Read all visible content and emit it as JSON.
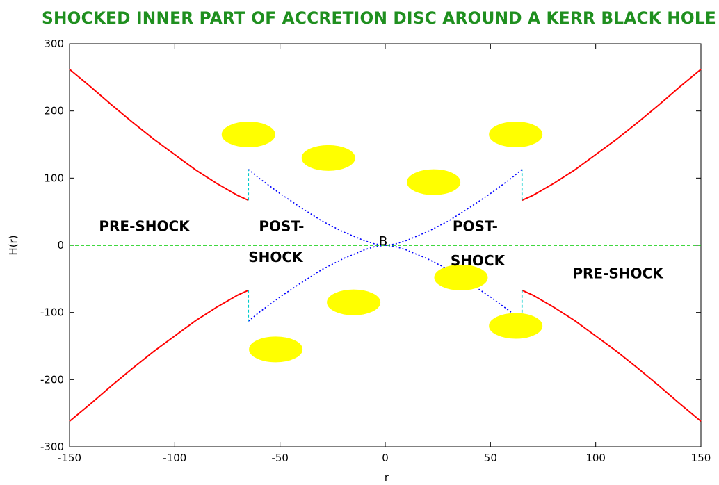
{
  "chart_data": {
    "type": "line",
    "title": "SHOCKED INNER PART OF ACCRETION DISC AROUND A KERR BLACK HOLE",
    "xlabel": "r",
    "ylabel": "H(r)",
    "xlim": [
      -150,
      150
    ],
    "ylim": [
      -300,
      300
    ],
    "x_ticks": [
      -150,
      -100,
      -50,
      0,
      50,
      100,
      150
    ],
    "y_ticks": [
      -300,
      -200,
      -100,
      0,
      100,
      200,
      300
    ],
    "x_tick_labels": [
      "-150",
      "-100",
      "-50",
      "0",
      "50",
      "100",
      "150"
    ],
    "y_tick_labels": [
      "-300",
      "-200",
      "-100",
      "0",
      "100",
      "200",
      "300"
    ],
    "grid": false,
    "colors": {
      "title": "#1f8f1f",
      "pre_shock": "#ff0000",
      "post_shock": "#0000ff",
      "shock_jump": "#00cccc",
      "equatorial": "#00cc00",
      "blobs": "#ffff00"
    },
    "series": [
      {
        "style": "solid",
        "x": [
          -150,
          -140,
          -130,
          -120,
          -110,
          -100,
          -90,
          -80,
          -70,
          -65
        ],
        "y": [
          262,
          236,
          209,
          183,
          158,
          135,
          112,
          92,
          74,
          67
        ]
      },
      {
        "style": "solid",
        "x": [
          -150,
          -140,
          -130,
          -120,
          -110,
          -100,
          -90,
          -80,
          -70,
          -65
        ],
        "y": [
          -262,
          -236,
          -209,
          -183,
          -158,
          -135,
          -112,
          -92,
          -74,
          -67
        ]
      },
      {
        "style": "solid",
        "x": [
          65,
          70,
          80,
          90,
          100,
          110,
          120,
          130,
          140,
          150
        ],
        "y": [
          67,
          74,
          92,
          112,
          135,
          158,
          183,
          209,
          236,
          262
        ]
      },
      {
        "style": "solid",
        "x": [
          65,
          70,
          80,
          90,
          100,
          110,
          120,
          130,
          140,
          150
        ],
        "y": [
          -67,
          -74,
          -92,
          -112,
          -135,
          -158,
          -183,
          -209,
          -236,
          -262
        ]
      },
      {
        "style": "dotted",
        "x": [
          -65,
          -60,
          -50,
          -40,
          -30,
          -20,
          -10,
          -5,
          0
        ],
        "y": [
          113,
          100,
          77,
          56,
          36,
          20,
          7,
          2,
          0
        ]
      },
      {
        "style": "dotted",
        "x": [
          -65,
          -60,
          -50,
          -40,
          -30,
          -20,
          -10,
          -5,
          0
        ],
        "y": [
          -113,
          -100,
          -77,
          -56,
          -36,
          -20,
          -7,
          -2,
          0
        ]
      },
      {
        "style": "dotted",
        "x": [
          0,
          5,
          10,
          20,
          30,
          40,
          50,
          60,
          65
        ],
        "y": [
          0,
          2,
          7,
          20,
          36,
          56,
          77,
          100,
          113
        ]
      },
      {
        "style": "dotted",
        "x": [
          0,
          5,
          10,
          20,
          30,
          40,
          50,
          60,
          65
        ],
        "y": [
          0,
          -2,
          -7,
          -20,
          -36,
          -56,
          -77,
          -100,
          -113
        ]
      },
      {
        "style": "shock",
        "x": [
          -65,
          -65
        ],
        "y": [
          67,
          113
        ]
      },
      {
        "style": "shock",
        "x": [
          -65,
          -65
        ],
        "y": [
          -67,
          -113
        ]
      },
      {
        "style": "shock",
        "x": [
          65,
          65
        ],
        "y": [
          67,
          113
        ]
      },
      {
        "style": "shock",
        "x": [
          65,
          65
        ],
        "y": [
          -67,
          -113
        ]
      },
      {
        "style": "dashed",
        "x": [
          -150,
          150
        ],
        "y": [
          0,
          0
        ]
      }
    ],
    "blobs": [
      {
        "x": -65,
        "y": 165
      },
      {
        "x": -27,
        "y": 130
      },
      {
        "x": 23,
        "y": 94
      },
      {
        "x": 62,
        "y": 165
      },
      {
        "x": -52,
        "y": -155
      },
      {
        "x": -15,
        "y": -85
      },
      {
        "x": 36,
        "y": -48
      },
      {
        "x": 62,
        "y": -120
      }
    ],
    "annotations": [
      {
        "text": "PRE-SHOCK",
        "x": -136,
        "y": 21
      },
      {
        "text": "POST-",
        "x": -60,
        "y": 21
      },
      {
        "text": "SHOCK",
        "x": -65,
        "y": -25
      },
      {
        "text": "B",
        "x": -3,
        "y": 0
      },
      {
        "text": "POST-",
        "x": 32,
        "y": 21
      },
      {
        "text": "SHOCK",
        "x": 31,
        "y": -30
      },
      {
        "text": "PRE-SHOCK",
        "x": 89,
        "y": -49
      }
    ]
  }
}
